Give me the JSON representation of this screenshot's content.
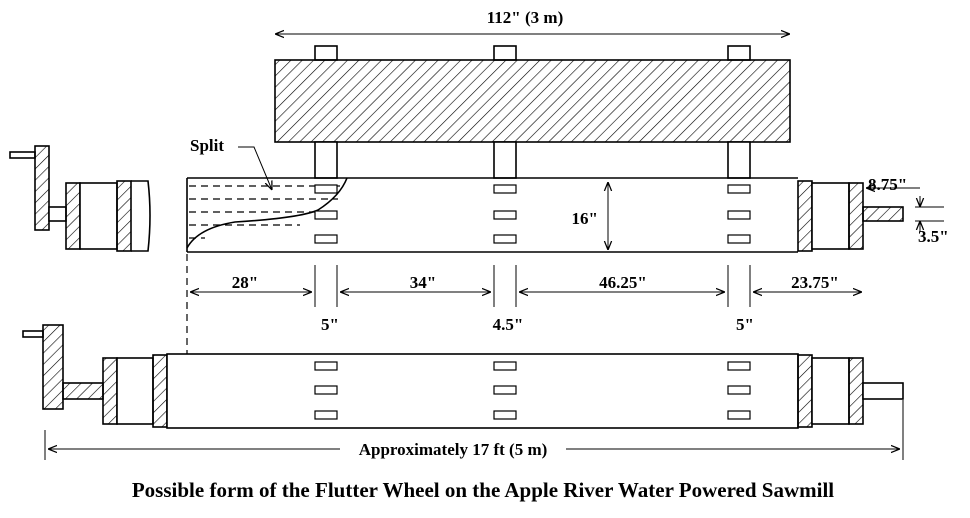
{
  "labels": {
    "top_width": "112\" (3 m)",
    "split": "Split",
    "height": "16\"",
    "end_dia": "8.75\"",
    "shaft_dia": "3.5\"",
    "gap1": "28\"",
    "gap2": "34\"",
    "gap3": "46.25\"",
    "gap4": "23.75\"",
    "slot1": "5\"",
    "slot2": "4.5\"",
    "slot3": "5\"",
    "overall": "Approximately 17 ft (5 m)"
  },
  "caption": "Possible form of the Flutter Wheel on the Apple River Water Powered Sawmill"
}
